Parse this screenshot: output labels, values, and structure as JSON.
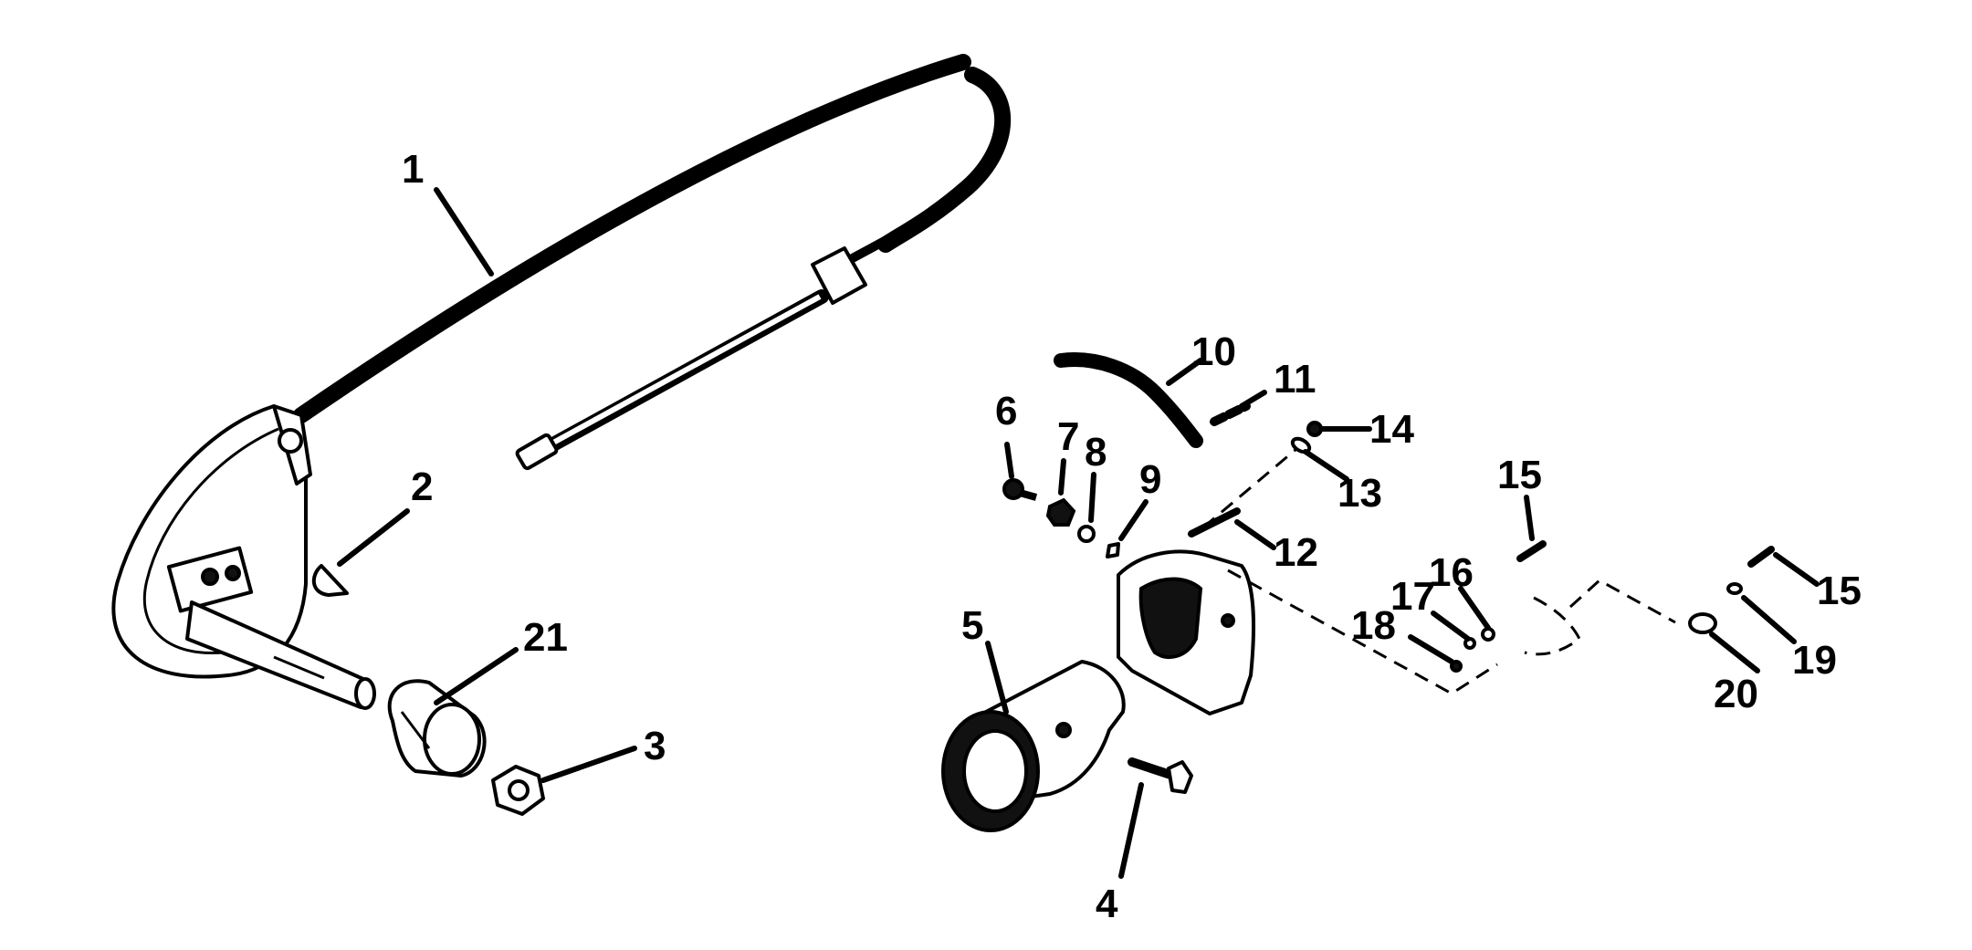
{
  "callouts": {
    "c1": "1",
    "c2": "2",
    "c3": "3",
    "c4": "4",
    "c5": "5",
    "c6": "6",
    "c7": "7",
    "c8": "8",
    "c9": "9",
    "c10": "10",
    "c11": "11",
    "c12": "12",
    "c13": "13",
    "c14": "14",
    "c15a": "15",
    "c15b": "15",
    "c16": "16",
    "c17": "17",
    "c18": "18",
    "c19": "19",
    "c20": "20",
    "c21": "21"
  }
}
